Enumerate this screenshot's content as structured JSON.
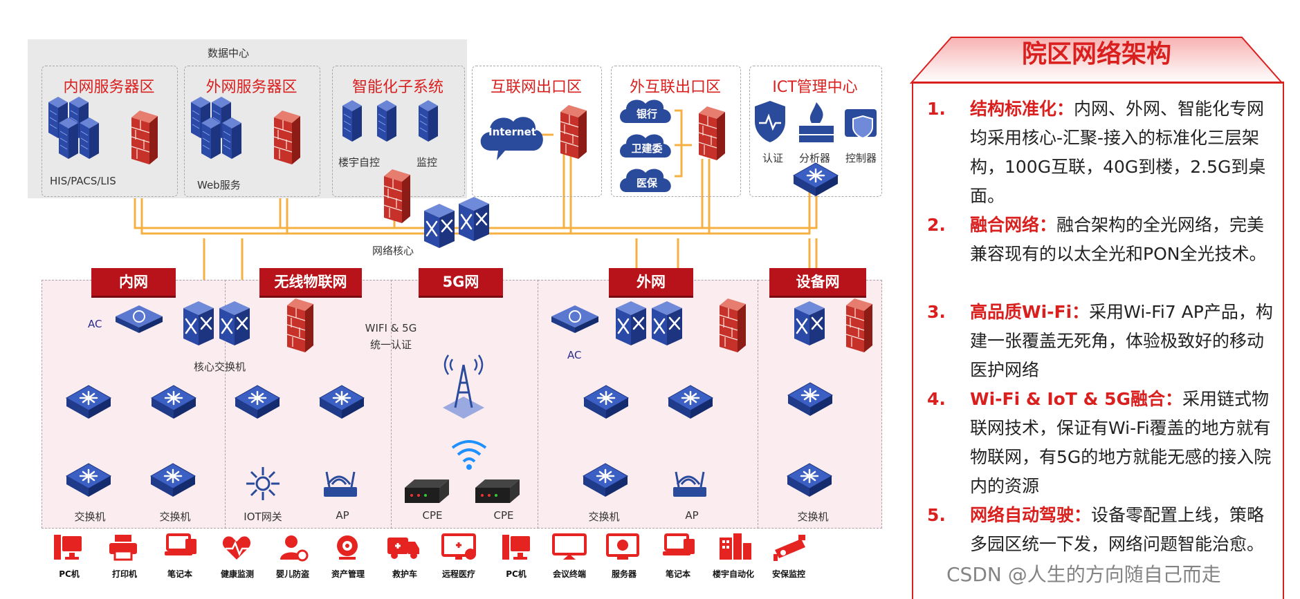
{
  "datacenter": {
    "label": "数据中心",
    "zones": [
      {
        "title": "内网服务器区",
        "caption": "HIS/PACS/LIS"
      },
      {
        "title": "外网服务器区",
        "caption": "Web服务"
      },
      {
        "title": "智能化子系统",
        "captions": [
          "楼宇自控",
          "监控"
        ]
      }
    ]
  },
  "internet_exit": {
    "title": "互联网出口区",
    "cloud": "Internet"
  },
  "external_exit": {
    "title": "外互联出口区",
    "clouds": [
      "银行",
      "卫建委",
      "医保"
    ]
  },
  "ict": {
    "title": "ICT管理中心",
    "items": [
      "认证",
      "分析器",
      "控制器"
    ]
  },
  "core_label": "网络核心",
  "tags": [
    "内网",
    "无线物联网",
    "5G网",
    "外网",
    "设备网"
  ],
  "access": {
    "ac_left": "AC",
    "ac_right": "AC",
    "core_switch": "核心交换机",
    "wifi_5g": "WIFI & 5G",
    "auth": "统一认证",
    "bottom_labels": [
      "交换机",
      "交换机",
      "IOT网关",
      "AP",
      "CPE",
      "CPE",
      "交换机",
      "AP",
      "交换机"
    ]
  },
  "terminals": [
    "PC机",
    "打印机",
    "笔记本",
    "健康监测",
    "婴儿防盗",
    "资产管理",
    "救护车",
    "远程医疗",
    "PC机",
    "会议终端",
    "服务器",
    "笔记本",
    "楼宇自动化",
    "安保监控"
  ],
  "panel": {
    "title": "院区网络架构",
    "items": [
      {
        "num": "1.",
        "head": "结构标准化：",
        "text": "内网、外网、智能化专网均采用核心-汇聚-接入的标准化三层架构，100G互联，40G到楼，2.5G到桌面。"
      },
      {
        "num": "2.",
        "head": "融合网络：",
        "text": "融合架构的全光网络，完美兼容现有的以太全光和PON全光技术。"
      },
      {
        "num": "3.",
        "head": "高品质Wi-Fi：",
        "text": "采用Wi-Fi7 AP产品，构建一张覆盖无死角，体验极致好的移动医护网络"
      },
      {
        "num": "4.",
        "head": "Wi-Fi & IoT & 5G融合：",
        "text": "采用链式物联网技术，保证有Wi-Fi覆盖的地方就有物联网，有5G的地方就能无感的接入院内的资源"
      },
      {
        "num": "5.",
        "head": "网络自动驾驶：",
        "text": "设备零配置上线，策略多园区统一下发，网络问题智能治愈。"
      }
    ]
  },
  "watermark": "CSDN @人生的方向随自己而走",
  "colors": {
    "accent_red": "#d9201f",
    "tag_red": "#b8131a",
    "link_orange": "#f5b041",
    "device_blue": "#2a4a9c"
  }
}
